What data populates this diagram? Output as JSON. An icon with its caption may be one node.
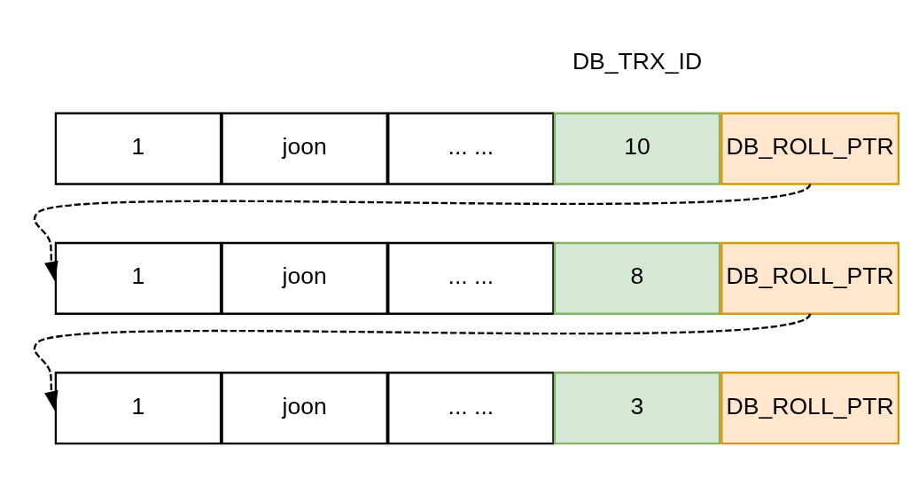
{
  "diagram": {
    "nodes": [
      {
        "text": [
          "1"
        ]
      },
      {
        "text": [
          "joon"
        ]
      },
      {
        "text": [
          "... ..."
        ]
      },
      {
        "text": [
          "10"
        ]
      },
      {
        "text": [
          "DB_ROLL_PTR"
        ]
      },
      {
        "text": [
          "1"
        ]
      },
      {
        "text": [
          "joon"
        ]
      },
      {
        "text": [
          "... ..."
        ]
      },
      {
        "text": [
          "8"
        ]
      },
      {
        "text": [
          "DB_ROLL_PTR"
        ]
      },
      {
        "text": [
          "1"
        ]
      },
      {
        "text": [
          "joon"
        ]
      },
      {
        "text": [
          "... ..."
        ]
      },
      {
        "text": [
          "3"
        ]
      },
      {
        "text": [
          "DB_ROLL_PTR"
        ]
      }
    ],
    "edges": [
      {
        "from": 4,
        "to": 5,
        "arrow": "to",
        "style": "dashed"
      },
      {
        "from": 9,
        "to": 10,
        "arrow": "to",
        "style": "dashed"
      }
    ],
    "labels": [
      "DB_TRX_ID"
    ]
  }
}
